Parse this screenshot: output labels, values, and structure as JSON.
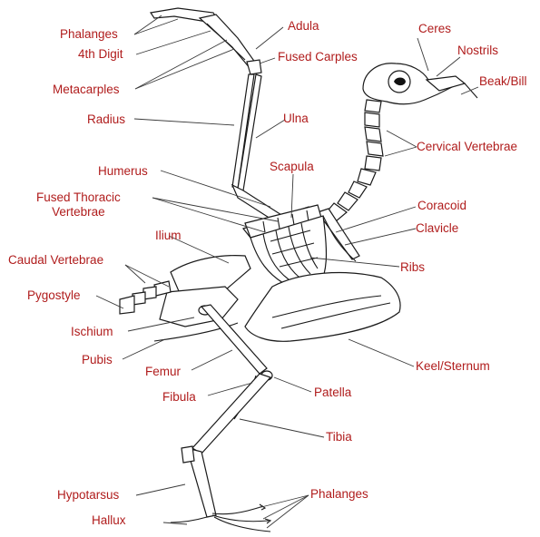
{
  "colors": {
    "label": "#b01c1c",
    "line": "#3a3a3a",
    "bone_outline": "#1a1a1a"
  },
  "labels": {
    "phalanges_wing": "Phalanges",
    "adula": "Adula",
    "fourth_digit": "4th Digit",
    "fused_carples": "Fused  Carples",
    "metacarples": "Metacarples",
    "ceres": "Ceres",
    "nostrils": "Nostrils",
    "beak_bill": "Beak/Bill",
    "radius": "Radius",
    "ulna": "Ulna",
    "cervical_vertebrae": "Cervical Vertebrae",
    "humerus": "Humerus",
    "scapula": "Scapula",
    "fused_thoracic_vertebrae": "Fused Thoracic\nVertebrae",
    "coracoid": "Coracoid",
    "clavicle": "Clavicle",
    "ilium": "Ilium",
    "caudal_vertebrae": "Caudal Vertebrae",
    "ribs": "Ribs",
    "pygostyle": "Pygostyle",
    "ischium": "Ischium",
    "pubis": "Pubis",
    "femur": "Femur",
    "keel_sternum": "Keel/Sternum",
    "fibula": "Fibula",
    "patella": "Patella",
    "tibia": "Tibia",
    "hypotarsus": "Hypotarsus",
    "phalanges_foot": "Phalanges",
    "hallux": "Hallux"
  }
}
